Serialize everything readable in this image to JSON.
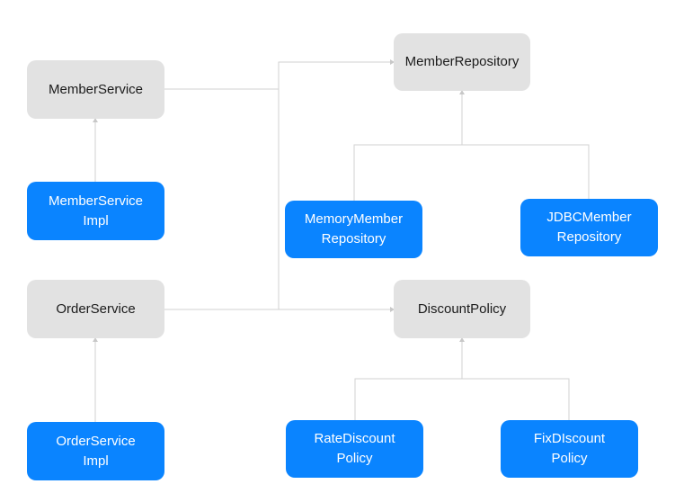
{
  "colors": {
    "interface": "#e2e2e2",
    "implementation": "#0a84ff",
    "connector": "#d2d2d2"
  },
  "nodes": {
    "member_service": "MemberService",
    "member_service_impl": "MemberService\nImpl",
    "order_service": "OrderService",
    "order_service_impl": "OrderService\nImpl",
    "member_repository": "MemberRepository",
    "memory_member_repository": "MemoryMember\nRepository",
    "jdbc_member_repository": "JDBCMember\nRepository",
    "discount_policy": "DiscountPolicy",
    "rate_discount_policy": "RateDiscount\nPolicy",
    "fix_discount_policy": "FixDIscount\nPolicy"
  }
}
